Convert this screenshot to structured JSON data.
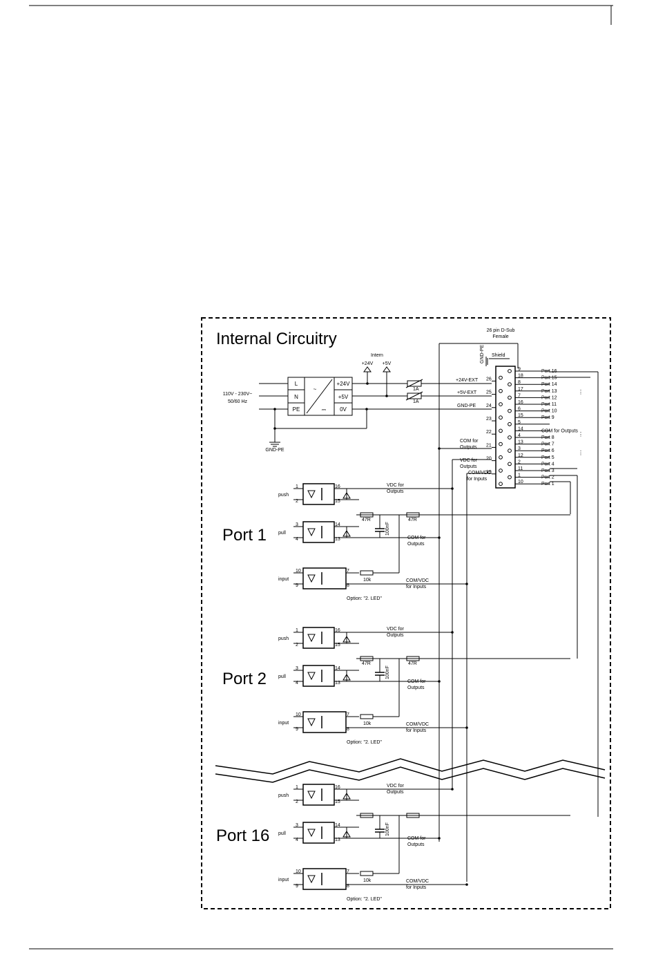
{
  "title": "Internal Circuitry",
  "connector": {
    "line1": "26 pin D-Sub",
    "line2": "Female",
    "shield": "Shield",
    "gnd_pe_rot": "GND-PE"
  },
  "power": {
    "input_line1": "110V - 230V~",
    "input_line2": "50/60 Hz",
    "L": "L",
    "N": "N",
    "PE": "PE",
    "out_24": "+24V",
    "out_5": "+5V",
    "out_0": "0V",
    "intern": "Intern",
    "intern_24": "+24V",
    "intern_5": "+5V",
    "fuse": "1A",
    "gnd_pe": "GND-PE"
  },
  "net_labels": {
    "ext24": "+24V-EXT",
    "ext5": "+5V-EXT",
    "gndpe": "GND-PE",
    "com_out_1": "COM for",
    "com_out_2": "Outputs",
    "vdc_out_1": "VDC for",
    "vdc_out_2": "Outputs",
    "comvdc_in_1": "COM/VDC",
    "comvdc_in_2": "for Inputs"
  },
  "pins_left": [
    {
      "pin": "26",
      "row": 2
    },
    {
      "pin": "25",
      "row": 4
    },
    {
      "pin": "24",
      "row": 6
    },
    {
      "pin": "23",
      "row": 8
    },
    {
      "pin": "22",
      "row": 10
    },
    {
      "pin": "21",
      "row": 12
    },
    {
      "pin": "20",
      "row": 14
    },
    {
      "pin": "19",
      "row": 16
    }
  ],
  "pins_right": [
    {
      "pin": "9",
      "label": "Port 16"
    },
    {
      "pin": "18",
      "label": "Port 15"
    },
    {
      "pin": "8",
      "label": "Port 14"
    },
    {
      "pin": "17",
      "label": "Port 13"
    },
    {
      "pin": "7",
      "label": "Port 12"
    },
    {
      "pin": "16",
      "label": "Port 11"
    },
    {
      "pin": "6",
      "label": "Port 10"
    },
    {
      "pin": "15",
      "label": "Port 9"
    },
    {
      "pin": "5",
      "label": ""
    },
    {
      "pin": "14",
      "label": "COM for Outputs"
    },
    {
      "pin": "4",
      "label": "Port 8"
    },
    {
      "pin": "13",
      "label": "Port 7"
    },
    {
      "pin": "3",
      "label": "Port 6"
    },
    {
      "pin": "12",
      "label": "Port 5"
    },
    {
      "pin": "2",
      "label": "Port 4"
    },
    {
      "pin": "11",
      "label": "Port 3"
    },
    {
      "pin": "1",
      "label": "Port 2"
    },
    {
      "pin": "10",
      "label": "Port 1"
    }
  ],
  "ports": [
    {
      "name": "Port 1",
      "push": "push",
      "pull": "pull",
      "input": "input",
      "r1": "47R",
      "r2": "47R",
      "cap": "100nF",
      "rin": "10k",
      "option": "Option: \"2. LED\"",
      "pins": {
        "p1": "1",
        "p2": "2",
        "p3": "3",
        "p4": "4",
        "p10": "10",
        "p9": "9",
        "p16": "16",
        "p15": "15",
        "p14": "14",
        "p13": "13",
        "p7": "7",
        "p8": "8"
      }
    },
    {
      "name": "Port 2",
      "push": "push",
      "pull": "pull",
      "input": "input",
      "r1": "47R",
      "r2": "47R",
      "cap": "100nF",
      "rin": "10k",
      "option": "Option: \"2. LED\"",
      "pins": {
        "p1": "1",
        "p2": "2",
        "p3": "3",
        "p4": "4",
        "p10": "10",
        "p9": "9",
        "p16": "16",
        "p15": "15",
        "p14": "14",
        "p13": "13",
        "p7": "7",
        "p8": "8"
      }
    },
    {
      "name": "Port 16",
      "push": "push",
      "pull": "pull",
      "input": "input",
      "r1": "",
      "r2": "",
      "cap": "100nF",
      "rin": "10k",
      "option": "Option: \"2. LED\"",
      "pins": {
        "p1": "1",
        "p2": "2",
        "p3": "3",
        "p4": "4",
        "p10": "10",
        "p9": "9",
        "p16": "16",
        "p15": "15",
        "p14": "14",
        "p13": "13",
        "p7": "7",
        "p8": "8"
      }
    }
  ]
}
